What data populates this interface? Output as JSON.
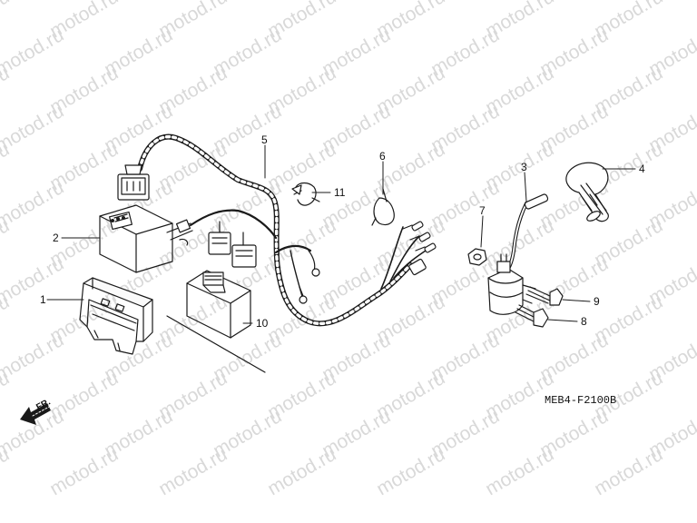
{
  "watermark": {
    "text": "motod.ru"
  },
  "callouts": [
    {
      "id": "1",
      "label": "1"
    },
    {
      "id": "2",
      "label": "2"
    },
    {
      "id": "3",
      "label": "3"
    },
    {
      "id": "4",
      "label": "4"
    },
    {
      "id": "5",
      "label": "5"
    },
    {
      "id": "6",
      "label": "6"
    },
    {
      "id": "7",
      "label": "7"
    },
    {
      "id": "8",
      "label": "8"
    },
    {
      "id": "9",
      "label": "9"
    },
    {
      "id": "10",
      "label": "10"
    },
    {
      "id": "11",
      "label": "11"
    }
  ],
  "diagram_code": "MEB4-F2100B",
  "front_indicator": "FR."
}
